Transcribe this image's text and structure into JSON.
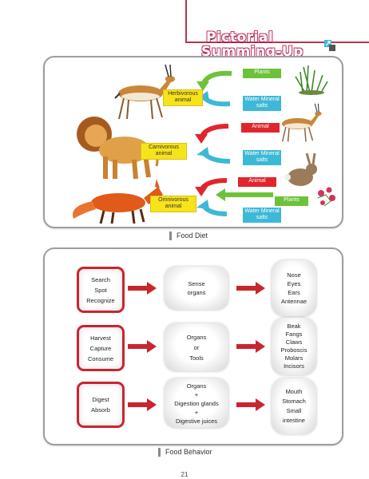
{
  "header": {
    "title_line1": "Pictorial",
    "title_line2": "Summing-Up"
  },
  "food_diet": {
    "caption": "Food Diet",
    "herbivorous": "Herbivorous animal",
    "carnivorous": "Carnivorous animal",
    "omnivorous": "Omnivorous animal",
    "plants_1": "Plants",
    "water_1": "Water Mineral salts",
    "animal_1": "Animal",
    "water_2": "Water Mineral salts",
    "animal_2": "Animal",
    "plants_2": "Plants",
    "water_3": "Water Mineral salts"
  },
  "food_behavior": {
    "caption": "Food Behavior",
    "rows": [
      {
        "actions": [
          "Search",
          "Spot",
          "Recognize"
        ],
        "means": [
          "Sense",
          "organs"
        ],
        "organs": [
          "Nose",
          "Eyes",
          "Ears",
          "Antennae"
        ]
      },
      {
        "actions": [
          "Harvest",
          "Capture",
          "Consume"
        ],
        "means": [
          "Organs",
          "or",
          "Tools"
        ],
        "organs": [
          "Beak",
          "Fangs",
          "Claws",
          "Proboscis",
          "Molars",
          "Incisors"
        ]
      },
      {
        "actions": [
          "Digest",
          "Absorb"
        ],
        "means": [
          "Organs",
          "+",
          "Digestion glands",
          "+",
          "Digestive juices"
        ],
        "organs": [
          "Mouth",
          "Stomach",
          "Small",
          "intestine"
        ]
      }
    ]
  },
  "page_number": "21",
  "colors": {
    "accent": "#c9252e",
    "green": "#6cc23a",
    "blue": "#3db8d6",
    "yellow": "#f7e31a"
  }
}
